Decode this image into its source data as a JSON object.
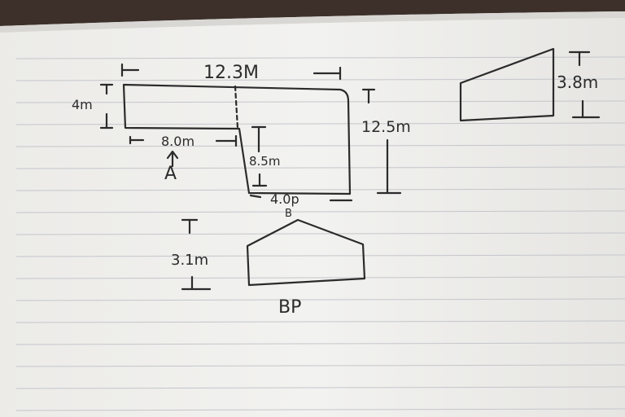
{
  "labels": {
    "top_width": "12.3M",
    "left_height": "4m",
    "right_height": "12.5m",
    "a_width": "8.0m",
    "a_letter": "A",
    "b_height": "8.5m",
    "b_width": "4.0p",
    "b_letter": "B",
    "gable_height": "3.1m",
    "gable_caption": "BP",
    "trap_height": "3.8m"
  }
}
